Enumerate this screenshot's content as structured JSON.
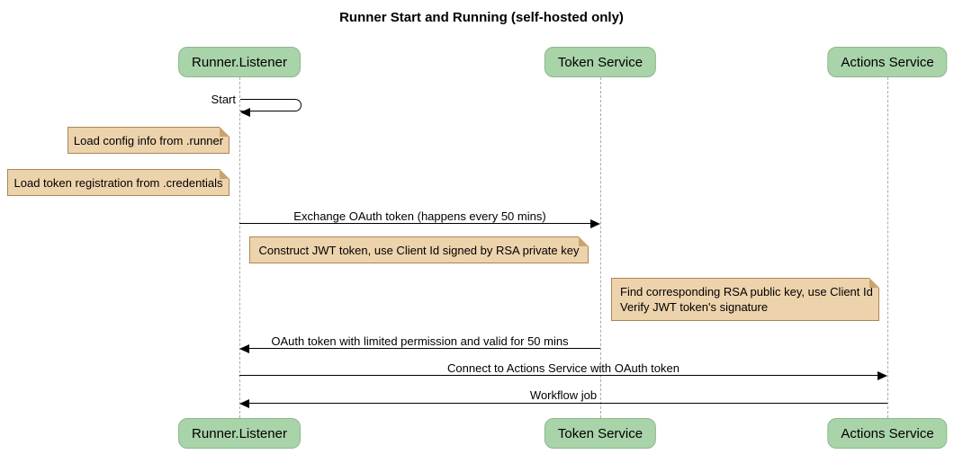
{
  "diagram": {
    "title": "Runner Start and Running (self-hosted only)",
    "participants": [
      {
        "label": "Runner.Listener"
      },
      {
        "label": "Token Service"
      },
      {
        "label": "Actions Service"
      }
    ],
    "self_message": {
      "label": "Start",
      "on": "Runner.Listener"
    },
    "notes": [
      {
        "text": "Load config info from .runner",
        "over": "Runner.Listener"
      },
      {
        "text": "Load token registration from .credentials",
        "over": "Runner.Listener"
      },
      {
        "text": "Construct JWT token, use Client Id signed by RSA private key",
        "over": "Runner.Listener"
      },
      {
        "text": "Find corresponding RSA public key, use Client Id\nVerify JWT token's signature",
        "over": "Token Service"
      }
    ],
    "messages": [
      {
        "label": "Exchange OAuth token (happens every 50 mins)",
        "from": "Runner.Listener",
        "to": "Token Service",
        "direction": "right"
      },
      {
        "label": "OAuth token with limited permission and valid for 50 mins",
        "from": "Token Service",
        "to": "Runner.Listener",
        "direction": "left"
      },
      {
        "label": "Connect to Actions Service with OAuth token",
        "from": "Runner.Listener",
        "to": "Actions Service",
        "direction": "right"
      },
      {
        "label": "Workflow job",
        "from": "Actions Service",
        "to": "Runner.Listener",
        "direction": "left"
      }
    ],
    "colors": {
      "background": "#ffffff",
      "participant_fill": "#a9d3a9",
      "participant_border": "#8cb88c",
      "note_fill": "#edd3ac",
      "note_border": "#ae8456",
      "note_fold": "#c9a36f",
      "lifeline": "#aaaaaa",
      "arrow": "#000000",
      "text": "#000000"
    }
  }
}
